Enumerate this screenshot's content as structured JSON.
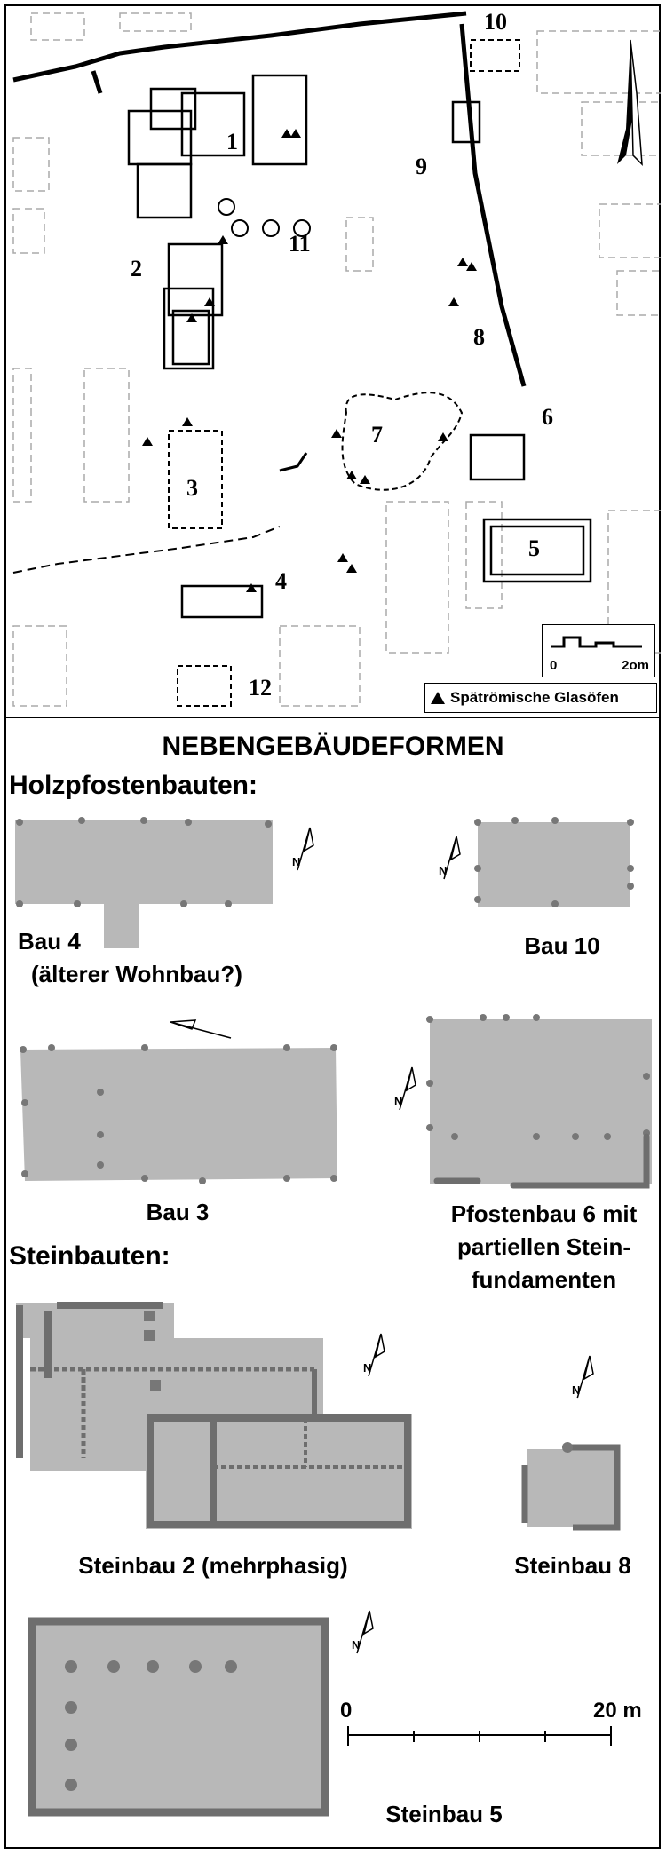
{
  "map": {
    "labels": [
      "10",
      "1",
      "9",
      "11",
      "2",
      "8",
      "6",
      "7",
      "3",
      "5",
      "4",
      "12"
    ],
    "legend": "Spätrömische Glasöfen",
    "scale": {
      "start": "0",
      "end": "2om"
    }
  },
  "title": "NEBENGEBÄUDEFORMEN",
  "sections": {
    "wood": "Holzpfostenbauten:",
    "stone": "Steinbauten:"
  },
  "buildings": {
    "bau4": {
      "line1": "Bau 4",
      "line2": "(älterer Wohnbau?)"
    },
    "bau10": "Bau 10",
    "bau3": "Bau 3",
    "bau6": {
      "line1": "Pfostenbau 6 mit",
      "line2": "partiellen Stein-",
      "line3": "fundamenten"
    },
    "steinbau2": "Steinbau 2 (mehrphasig)",
    "steinbau8": "Steinbau 8",
    "steinbau5": "Steinbau 5"
  },
  "north_symbol": "N",
  "scale_bar": {
    "start": "0",
    "end": "20 m"
  },
  "colors": {
    "plan_fill": "#b8b8b8",
    "wall": "#6e6e6e",
    "post": "#777777"
  }
}
